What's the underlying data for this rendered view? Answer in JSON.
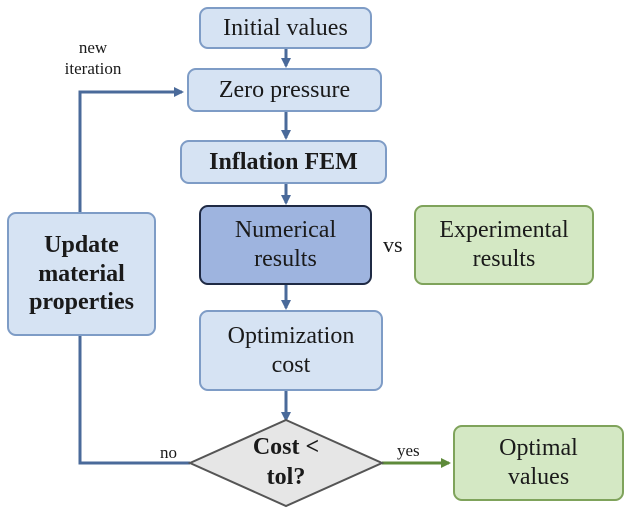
{
  "nodes": {
    "initial": "Initial values",
    "zero": "Zero pressure",
    "inflation": "Inflation FEM",
    "numerical_line1": "Numerical",
    "numerical_line2": "results",
    "experimental_line1": "Experimental",
    "experimental_line2": "results",
    "optimization_line1": "Optimization",
    "optimization_line2": "cost",
    "update_line1": "Update",
    "update_line2": "material",
    "update_line3": "properties",
    "decision_line1": "Cost <",
    "decision_line2": "tol?",
    "optimal_line1": "Optimal",
    "optimal_line2": "values"
  },
  "labels": {
    "vs": "vs",
    "new_line1": "new",
    "new_line2": "iteration",
    "no": "no",
    "yes": "yes"
  },
  "colors": {
    "blue_box": "#d6e3f3",
    "dark_box": "#9eb4df",
    "green_box": "#d4e8c4",
    "decision": "#e6e6e6",
    "arrow_blue": "#4a6a9a",
    "arrow_green": "#5e8a3a"
  }
}
